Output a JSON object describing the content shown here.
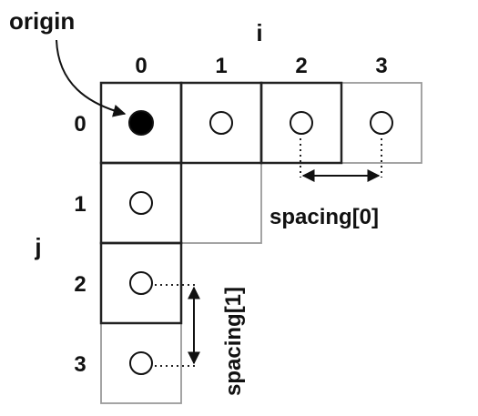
{
  "labels": {
    "origin": "origin",
    "i_axis": "i",
    "j_axis": "j",
    "spacing_x": "spacing[0]",
    "spacing_y": "spacing[1]"
  },
  "grid": {
    "columns": [
      "0",
      "1",
      "2",
      "3"
    ],
    "rows": [
      "0",
      "1",
      "2",
      "3"
    ],
    "cells": [
      {
        "i": 0,
        "j": 0,
        "point": "filled",
        "border": "dark"
      },
      {
        "i": 1,
        "j": 0,
        "point": "open",
        "border": "dark"
      },
      {
        "i": 2,
        "j": 0,
        "point": "open",
        "border": "dark"
      },
      {
        "i": 3,
        "j": 0,
        "point": "open",
        "border": "light"
      },
      {
        "i": 0,
        "j": 1,
        "point": "open",
        "border": "dark"
      },
      {
        "i": 1,
        "j": 1,
        "point": "none",
        "border": "light"
      },
      {
        "i": 0,
        "j": 2,
        "point": "open",
        "border": "dark"
      },
      {
        "i": 0,
        "j": 3,
        "point": "open",
        "border": "light"
      }
    ]
  },
  "colors": {
    "dark_border": "#222222",
    "light_border": "#9a9a9a",
    "point_stroke": "#111111",
    "origin_fill": "#000000"
  }
}
